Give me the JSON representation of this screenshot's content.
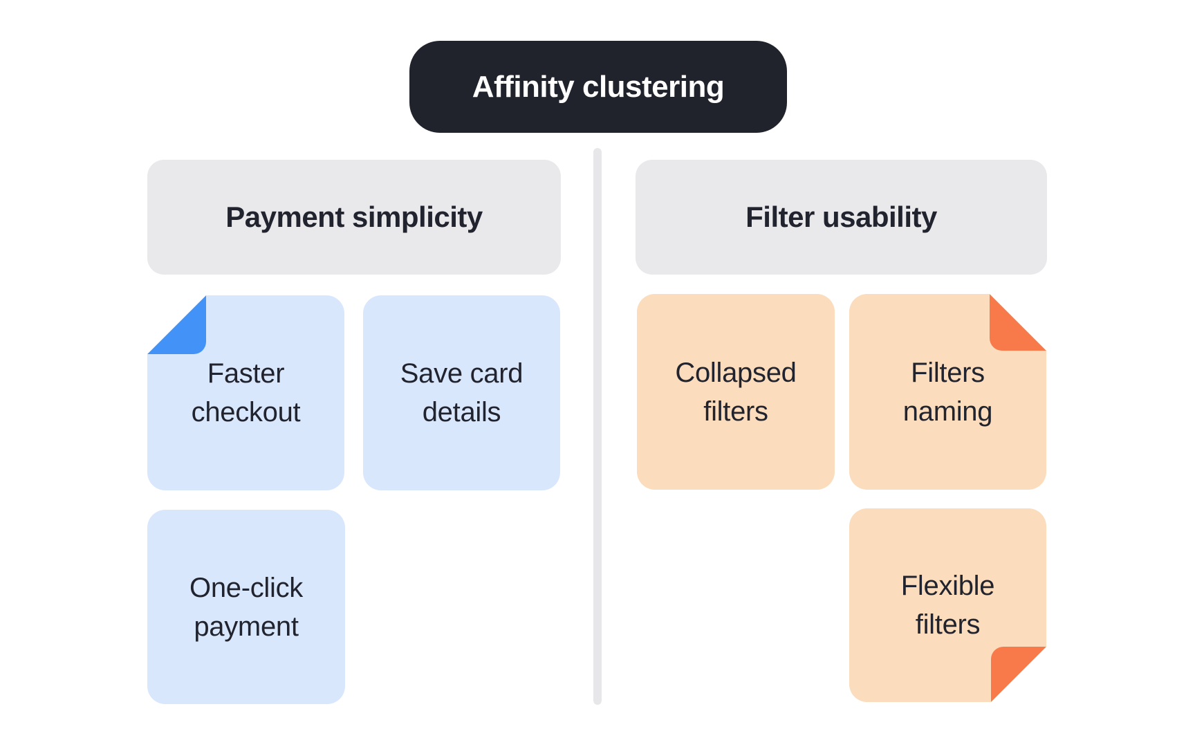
{
  "title_badge": {
    "label": "Affinity clustering"
  },
  "colors": {
    "ink": "#21242e",
    "badge_bg": "#20222c",
    "badge_text": "#ffffff",
    "group_header_bg": "#e9e9eb",
    "divider": "#e7e7e9",
    "note_blue_bg": "#d9e7fc",
    "note_blue_fold": "#4392f7",
    "note_orange_bg": "#fbdcbd",
    "note_orange_fold": "#f8794a"
  },
  "groups": [
    {
      "label": "Payment simplicity",
      "notes": [
        {
          "text": "Faster checkout",
          "color": "blue",
          "folded_corner": "top-left"
        },
        {
          "text": "Save card details",
          "color": "blue",
          "folded_corner": "none"
        },
        {
          "text": "One-click payment",
          "color": "blue",
          "folded_corner": "none"
        }
      ]
    },
    {
      "label": "Filter usability",
      "notes": [
        {
          "text": "Collapsed filters",
          "color": "orange",
          "folded_corner": "none"
        },
        {
          "text": "Filters naming",
          "color": "orange",
          "folded_corner": "top-right"
        },
        {
          "text": "Flexible filters",
          "color": "orange",
          "folded_corner": "bottom-right"
        }
      ]
    }
  ]
}
